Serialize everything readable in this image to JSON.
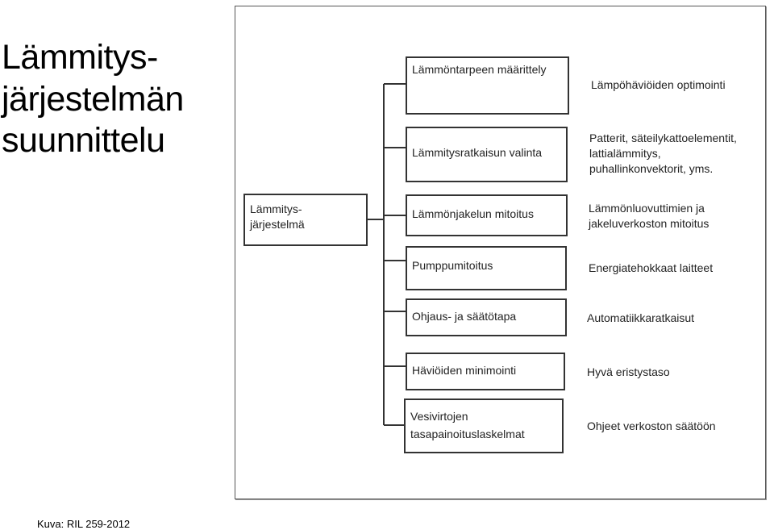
{
  "title": {
    "line1": "Lämmitys-",
    "line2": "järjestelmän",
    "line3": "suunnittelu"
  },
  "caption": "Kuva: RIL 259-2012",
  "diagram": {
    "root": {
      "line1": "Lämmitys-",
      "line2": "järjestelmä"
    },
    "steps": [
      {
        "label": "Lämmöntarpeen määrittely",
        "label2": "",
        "note": "Lämpöhäviöiden optimointi",
        "note2": "",
        "note3": ""
      },
      {
        "label": "Lämmitysratkaisun valinta",
        "label2": "",
        "note": "Patterit, säteilykattoelementit,",
        "note2": "lattialämmitys,",
        "note3": "puhallinkonvektorit, yms."
      },
      {
        "label": "Lämmönjakelun mitoitus",
        "label2": "",
        "note": "Lämmönluovuttimien ja",
        "note2": "jakeluverkoston mitoitus",
        "note3": ""
      },
      {
        "label": "Pumppumitoitus",
        "label2": "",
        "note": "Energiatehokkaat laitteet",
        "note2": "",
        "note3": ""
      },
      {
        "label": "Ohjaus- ja säätötapa",
        "label2": "",
        "note": "Automatiikkaratkaisut",
        "note2": "",
        "note3": ""
      },
      {
        "label": "Häviöiden minimointi",
        "label2": "",
        "note": "Hyvä eristystaso",
        "note2": "",
        "note3": ""
      },
      {
        "label": "Vesivirtojen",
        "label2": "tasapainoituslaskelmat",
        "note": "Ohjeet verkoston säätöön",
        "note2": "",
        "note3": ""
      }
    ]
  }
}
